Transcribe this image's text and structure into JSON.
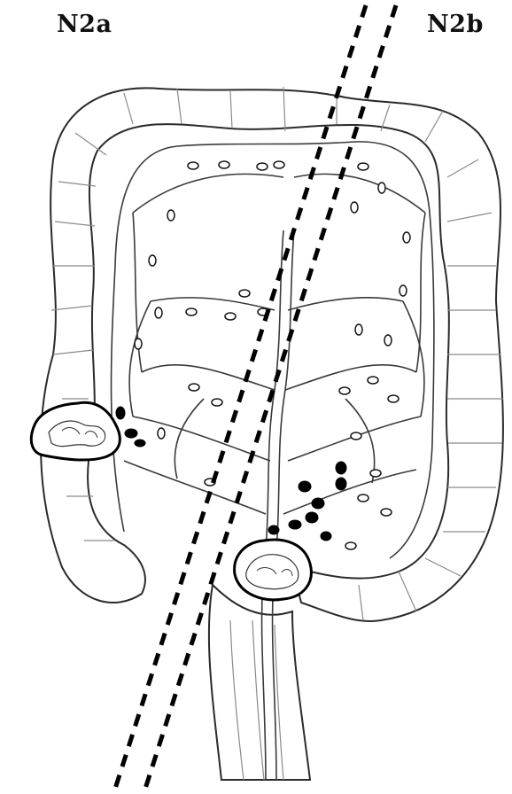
{
  "labels": {
    "left": "N2a",
    "right": "N2b"
  },
  "colors": {
    "ink": "#111111",
    "outline": "#2b2b2b",
    "fill": "#ffffff",
    "node_positive": "#000000"
  },
  "tumor_sites": [
    {
      "name": "ascending-colon-tumor",
      "stage_side": "N2a"
    },
    {
      "name": "sigmoid-colon-tumor",
      "stage_side": "N2b"
    }
  ],
  "divider": {
    "style": "double dashed line"
  }
}
